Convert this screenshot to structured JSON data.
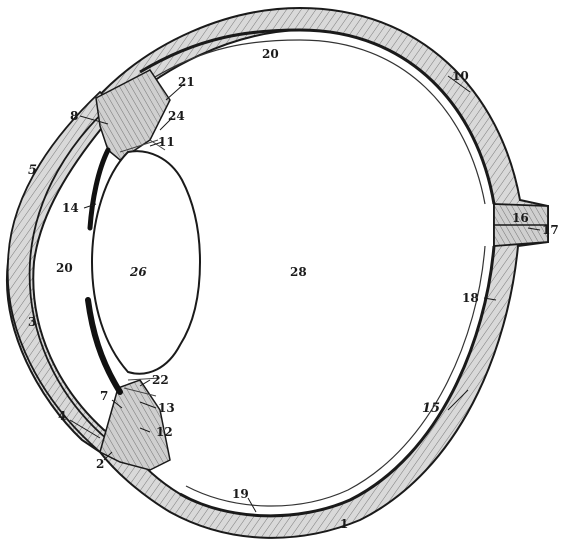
{
  "diagram": {
    "labels": {
      "l1": "1",
      "l2": "2",
      "l3": "3",
      "l4": "4",
      "l5": "5",
      "l7": "7",
      "l8": "8",
      "l10": "10",
      "l11": "11",
      "l12": "12",
      "l13": "13",
      "l14": "14",
      "l15": "15",
      "l16": "16",
      "l17": "17",
      "l18": "18",
      "l19": "19",
      "l20_top": "20",
      "l20_left": "20",
      "l21": "21",
      "l22": "22",
      "l24": "24",
      "l26": "26",
      "l28": "28"
    }
  }
}
